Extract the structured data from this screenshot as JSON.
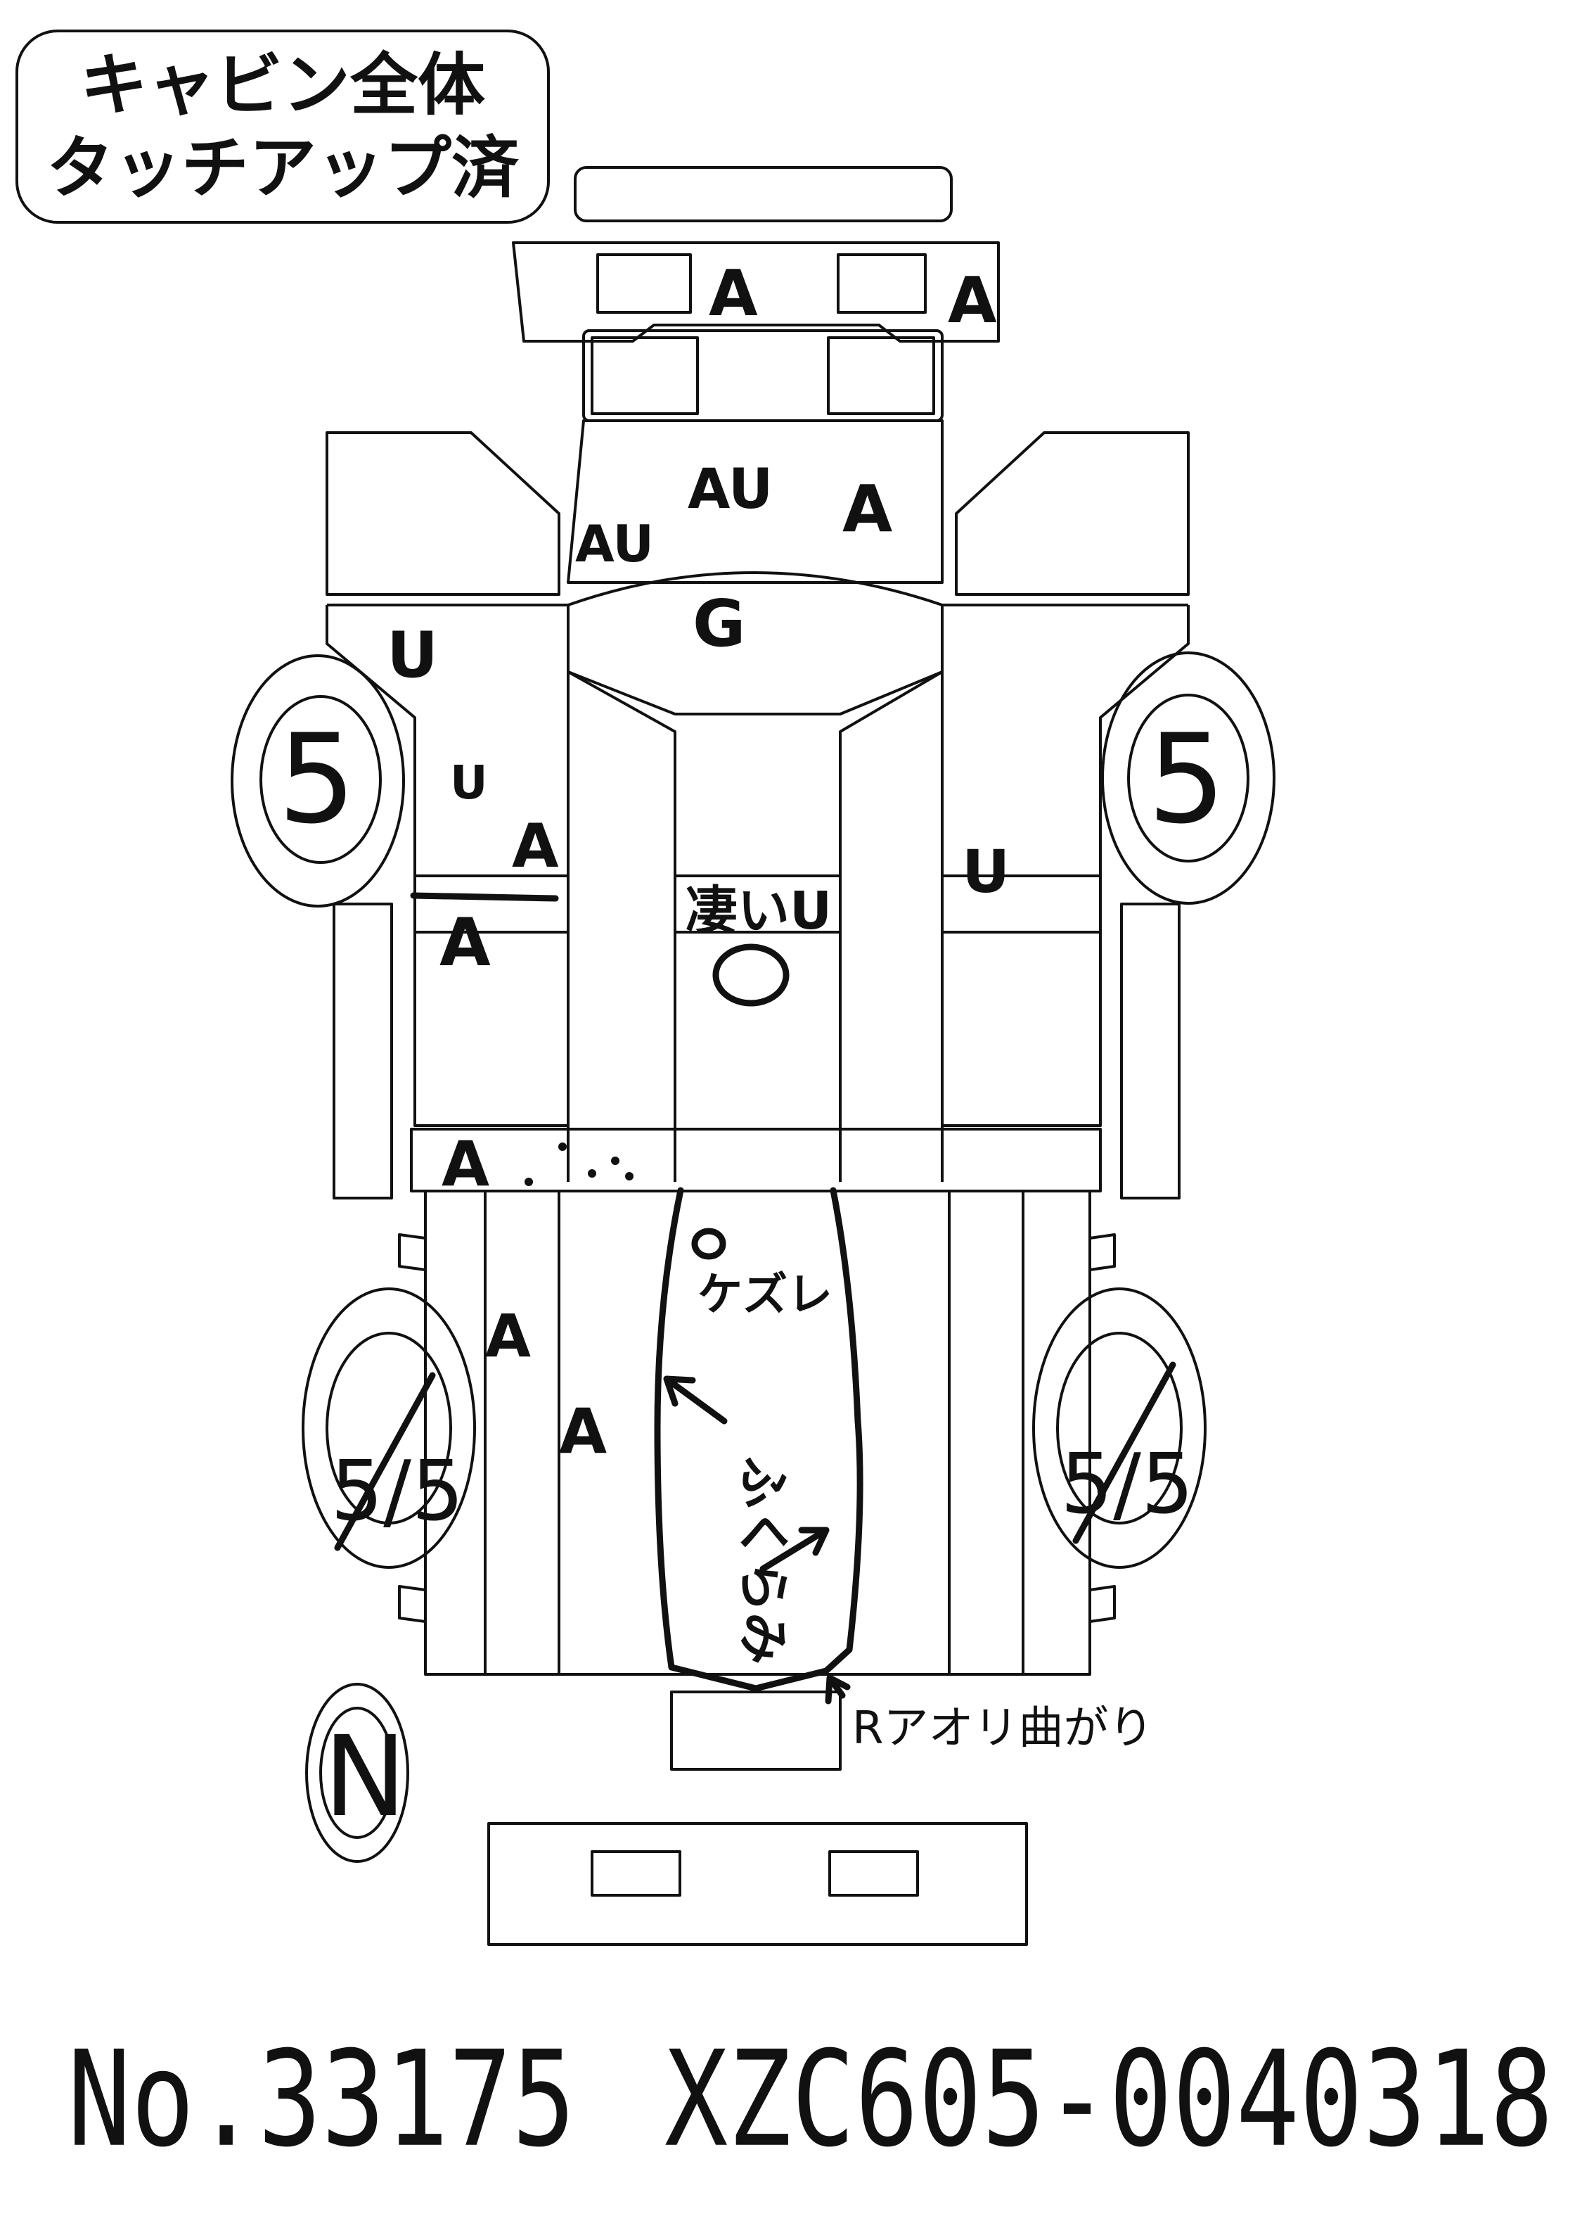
{
  "title": {
    "line1": "キャビン全体",
    "line2": "タッチアップ済"
  },
  "marks": {
    "front_bumper_left": "A",
    "front_bumper_right": "A",
    "hood_top": "AU",
    "hood_left": "AU",
    "hood_right": "A",
    "windshield": "G",
    "left_fender": "U",
    "left_front_tire": "5",
    "right_front_tire": "5",
    "left_door_upper_1": "U",
    "left_door_upper_2": "A",
    "left_door_lower": "A",
    "roof_note": "凄いU",
    "roof_circle": "O",
    "right_door": "U",
    "left_step": "A",
    "bed_circle": "O",
    "bed_note": "ケズレ",
    "bed_left_1": "A",
    "bed_left_2": "A",
    "bed_note_2": "ふくらみ",
    "left_rear_tire": "5/5",
    "right_rear_tire": "5/5",
    "tailgate_note": "Rアオリ曲がり",
    "spare_tire": "N"
  },
  "footer": {
    "number": "No.33175",
    "vin": "XZC605-0040318"
  }
}
